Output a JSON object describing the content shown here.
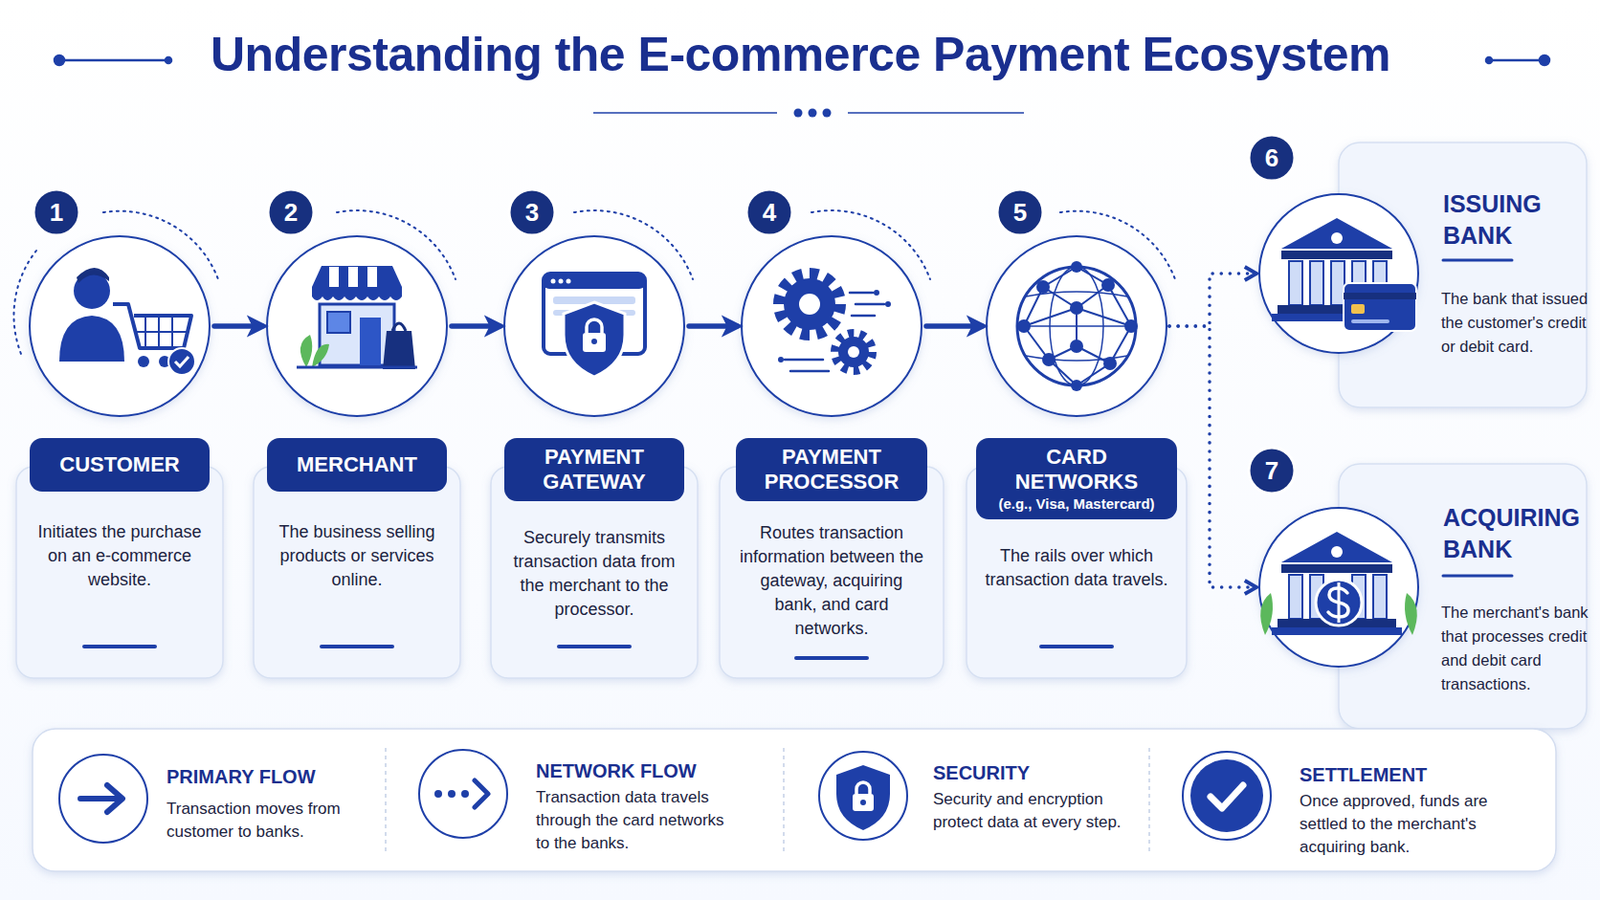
{
  "diagram": {
    "title": "Understanding the E-commerce Payment Ecosystem",
    "nodes": [
      {
        "text": [
          "CUSTOMER",
          "Initiates the purchase on an e-commerce website."
        ]
      },
      {
        "text": [
          "MERCHANT",
          "The business selling products or services online."
        ]
      },
      {
        "text": [
          "PAYMENT GATEWAY",
          "Securely transmits transaction data from the merchant to the processor."
        ]
      },
      {
        "text": [
          "PAYMENT PROCESSOR",
          "Routes transaction information between the gateway, acquiring bank, and card networks."
        ]
      },
      {
        "text": [
          "CARD NETWORKS",
          "(e.g., Visa, Mastercard)",
          "The rails over which transaction data travels."
        ]
      },
      {
        "text": [
          "ISSUING BANK",
          "The bank that issued the customer's credit or debit card."
        ]
      },
      {
        "text": [
          "ACQUIRING BANK",
          "The merchant's bank that processes credit and debit card transactions."
        ]
      }
    ],
    "edges": [
      {
        "from": 0,
        "to": 1,
        "arrow": "to"
      },
      {
        "from": 1,
        "to": 2,
        "arrow": "to"
      },
      {
        "from": 2,
        "to": 3,
        "arrow": "to"
      },
      {
        "from": 3,
        "to": 4,
        "arrow": "to"
      },
      {
        "from": 4,
        "to": 5,
        "arrow": "to"
      },
      {
        "from": 4,
        "to": 6,
        "arrow": "to"
      }
    ],
    "labels": [
      "1",
      "2",
      "3",
      "4",
      "5",
      "6",
      "7",
      "Transaction moves from customer to banks.",
      "Transaction data travels through the card networks to the banks.",
      "Security and encryption protect data at every step.",
      "Once approved, funds are settled to the merchant's acquiring bank."
    ],
    "legend": [
      {
        "text": "PRIMARY FLOW"
      },
      {
        "text": "NETWORK FLOW"
      },
      {
        "text": "SECURITY"
      },
      {
        "text": "SETTLEMENT"
      }
    ]
  }
}
